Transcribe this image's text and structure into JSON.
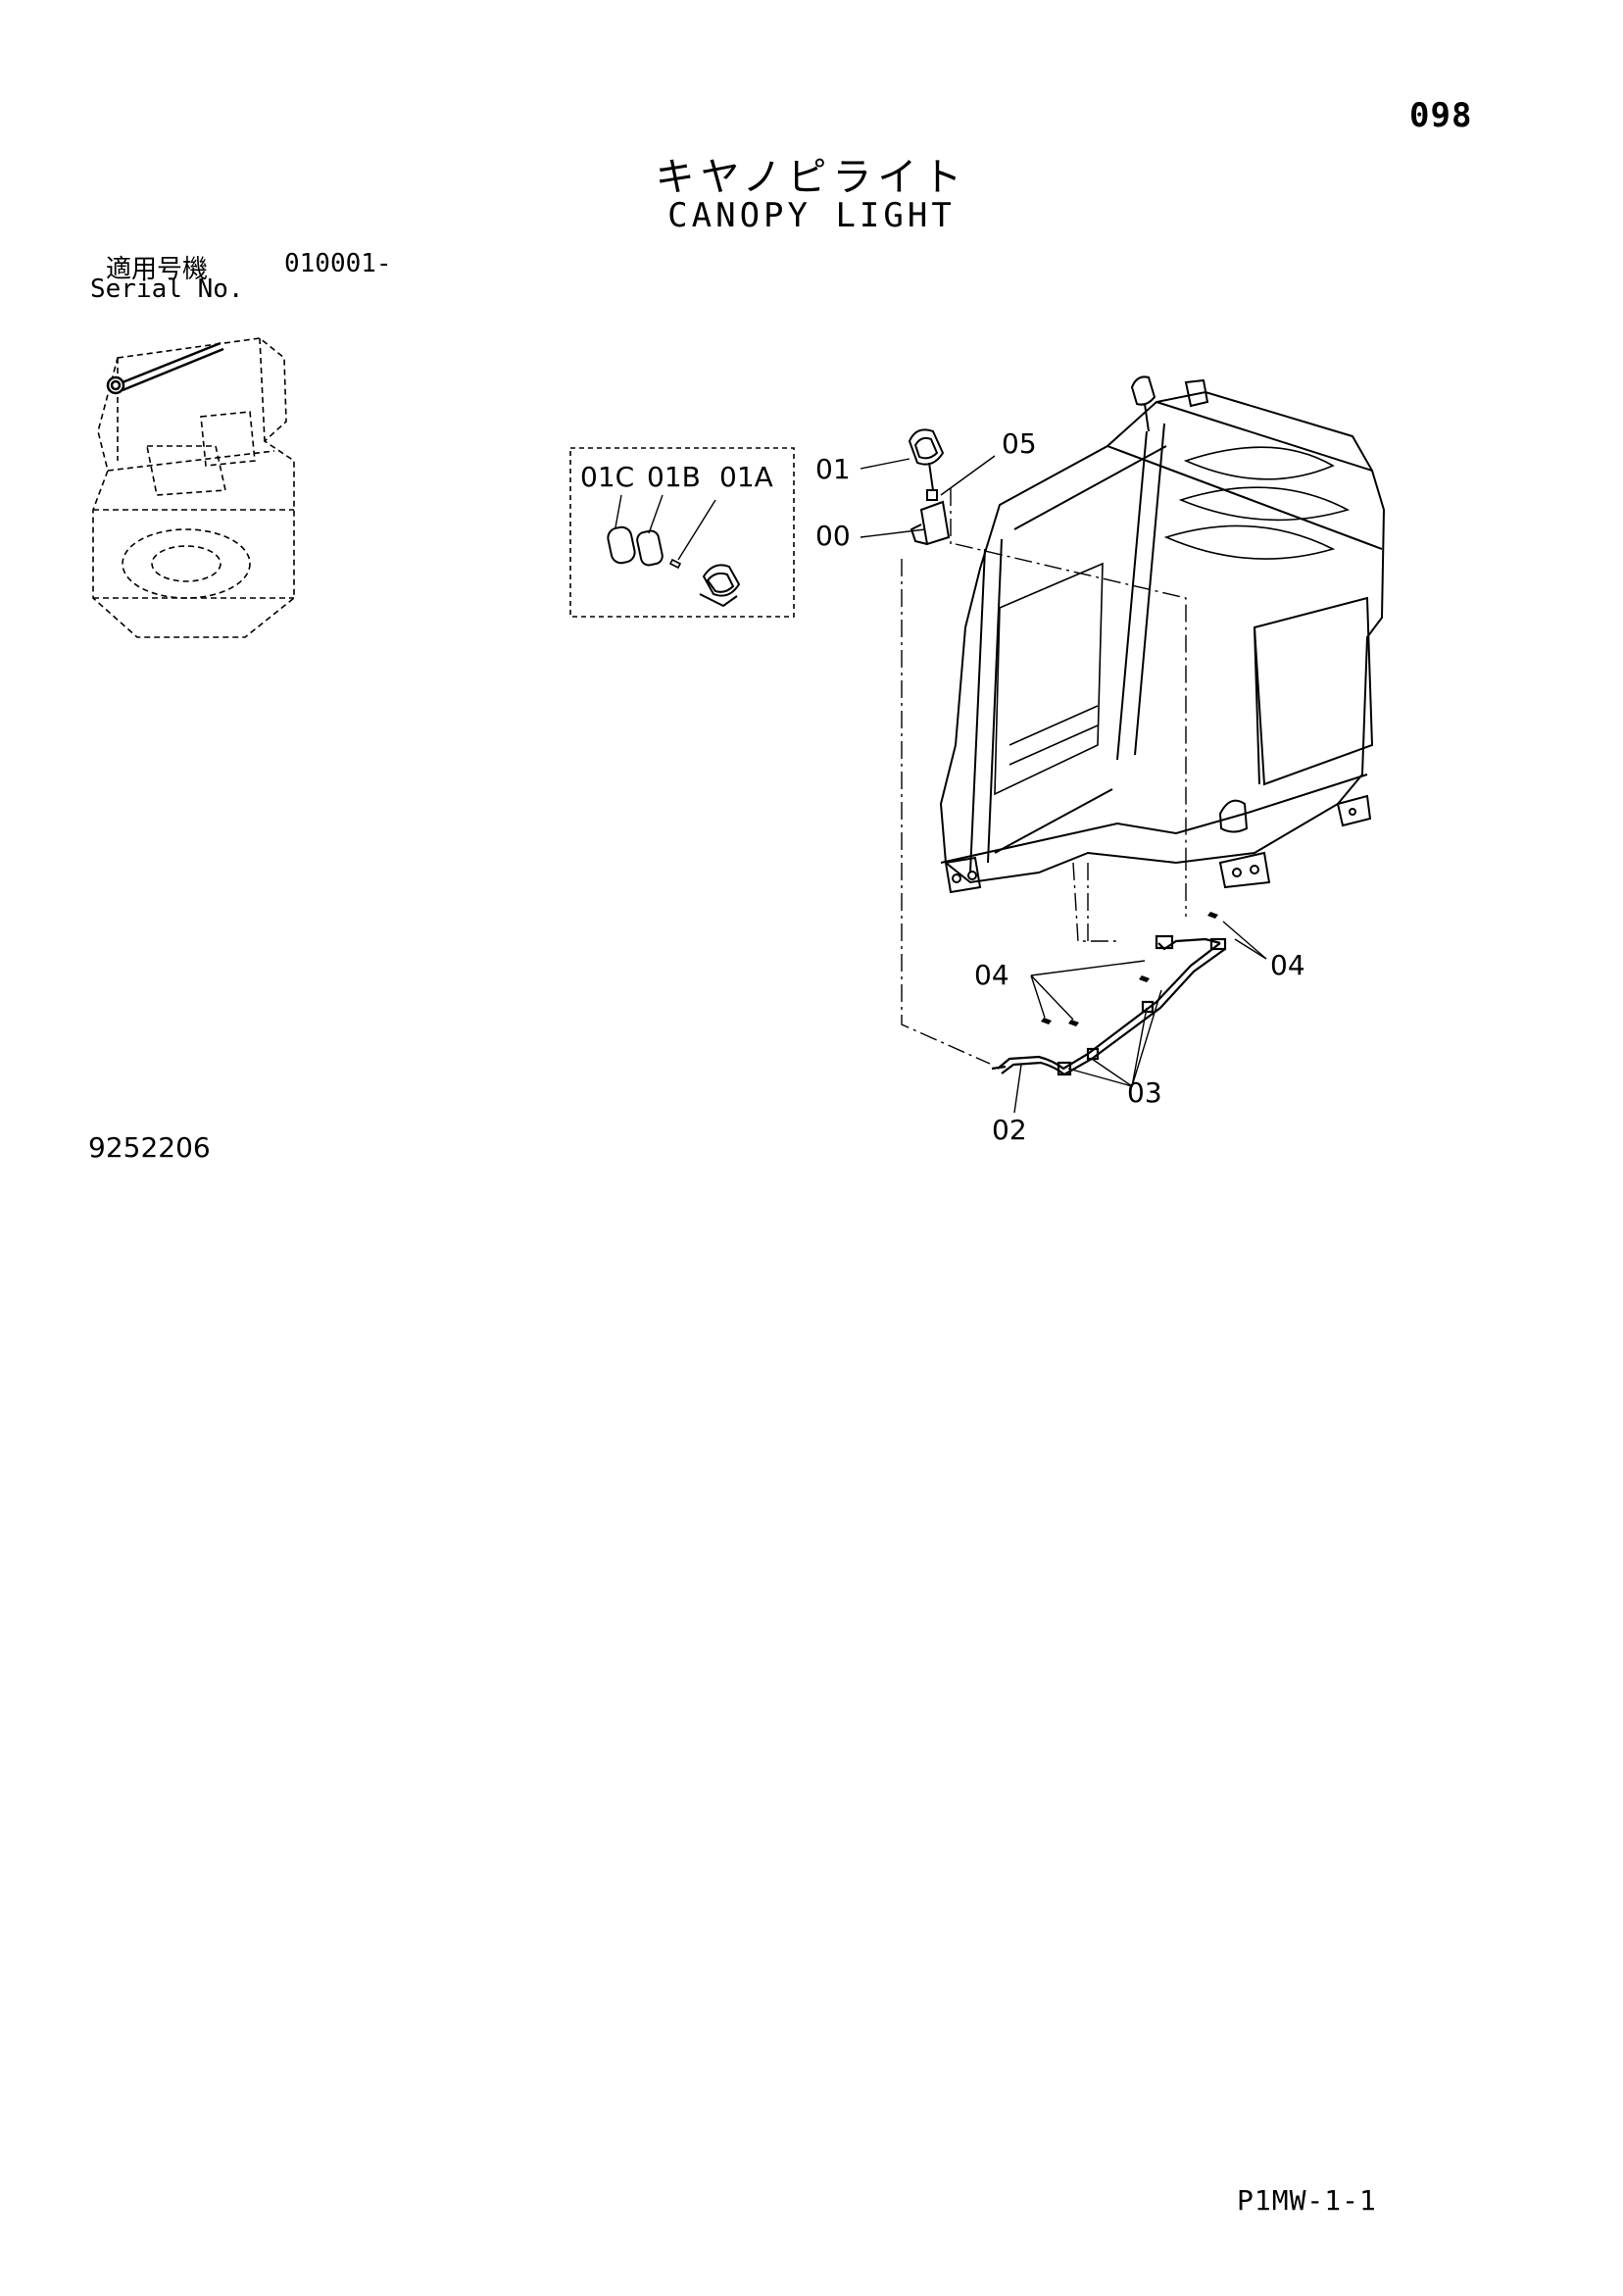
{
  "header": {
    "page_number": "098",
    "title_jp": "キヤノピライト",
    "title_en": "CANOPY LIGHT"
  },
  "serial": {
    "label_jp": "適用号機",
    "range": "010001-",
    "label_en": "Serial No."
  },
  "callouts": {
    "c01": "01",
    "c05": "05",
    "c00": "00",
    "c01C": "01C",
    "c01B": "01B",
    "c01A": "01A",
    "c04_left": "04",
    "c04_right": "04",
    "c03": "03",
    "c02": "02"
  },
  "footer": {
    "drawing_id": "9252206",
    "page_code": "P1MW-1-1"
  },
  "icons": [
    "canopy-frame-drawing",
    "machine-location-thumbnail",
    "work-light-icon",
    "bracket-icon",
    "wire-harness-icon"
  ]
}
